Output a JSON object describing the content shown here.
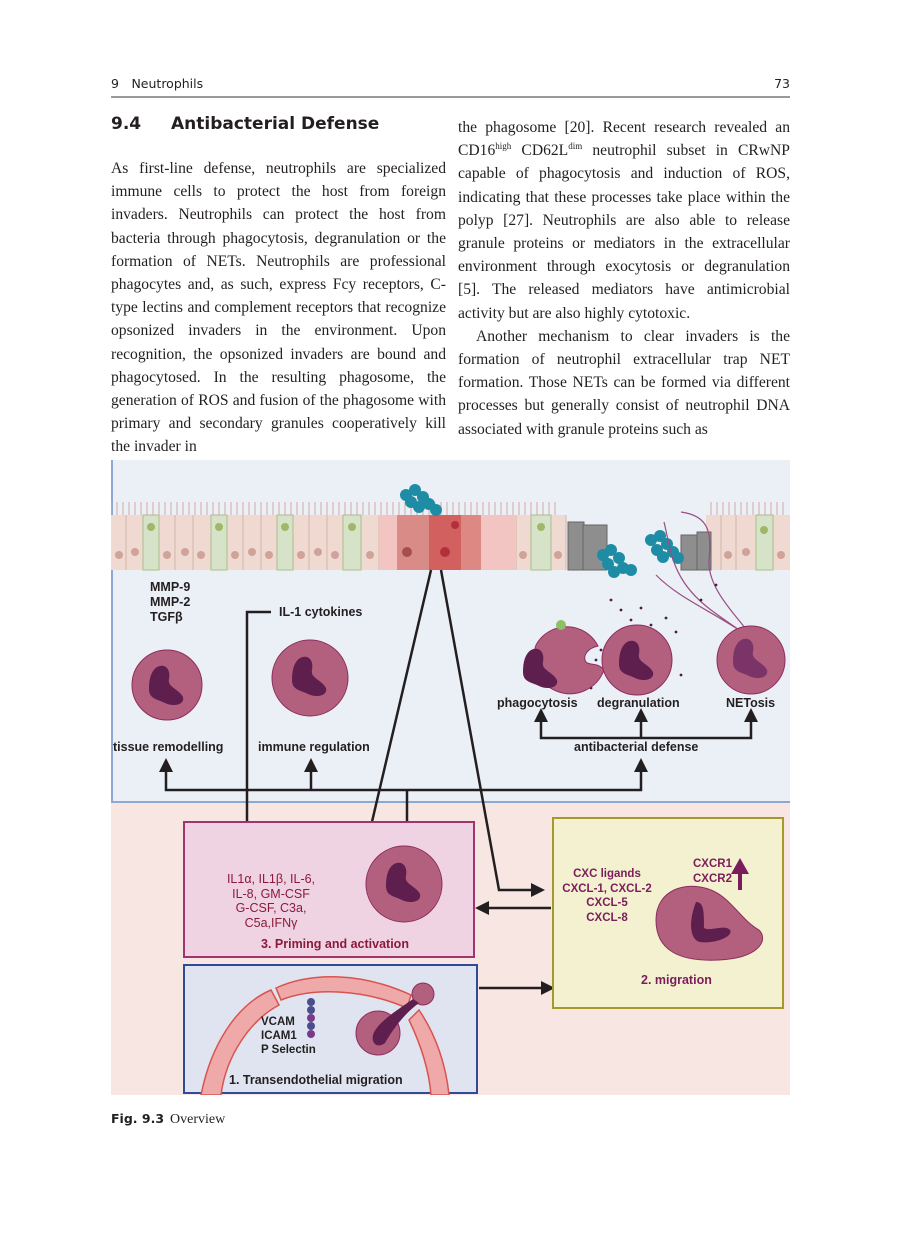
{
  "header": {
    "chapter": "9 Neutrophils",
    "page_number": "73"
  },
  "section": {
    "number": "9.4",
    "title": "Antibacterial Defense"
  },
  "body": {
    "left_paragraph": "As first-line defense, neutrophils are specialized immune cells to protect the host from foreign invaders. Neutrophils can protect the host from bacteria through phagocytosis, degranulation or the formation of NETs. Neutrophils are professional phagocytes and, as such, express Fcy receptors, C-type lectins and complement receptors that recognize opsonized invaders in the environment. Upon recognition, the opsonized invaders are bound and phagocytosed. In the resulting phagosome, the generation of ROS and fusion of the phagosome with primary and secondary granules cooperatively kill the invader in",
    "right_p1_a": "the phagosome [20]. Recent research revealed an CD16",
    "right_p1_sup1": "high",
    "right_p1_b": " CD62L",
    "right_p1_sup2": "dim",
    "right_p1_c": " neutrophil subset in CRwNP capable of phagocytosis and induction of ROS, indicating that these processes take place within the polyp [27]. Neutrophils are also able to release granule proteins or mediators in the extracellular environment through exocytosis or degranulation [5]. The released mediators have antimicrobial activity but are also highly cytotoxic.",
    "right_p2": "Another mechanism to clear invaders is the formation of neutrophil extracellular trap NET formation. Those NETs can be formed via different processes but generally consist of neutrophil DNA associated with granule proteins such as"
  },
  "figure": {
    "labels": {
      "mediators": [
        "MMP-9",
        "MMP-2",
        "TGFβ"
      ],
      "il1": "IL-1 cytokines",
      "tissue_remodelling": "tissue remodelling",
      "immune_regulation": "immune regulation",
      "phagocytosis": "phagocytosis",
      "degranulation": "degranulation",
      "netosis": "NETosis",
      "antibacterial_defense": "antibacterial defense",
      "priming_mediators": [
        "IL1α, IL1β, IL-6,",
        "IL-8, GM-CSF",
        "G-CSF, C3a,",
        "C5a,IFNγ"
      ],
      "priming_title": "3. Priming and activation",
      "cxc_ligands": [
        "CXC ligands",
        "CXCL-1, CXCL-2",
        "CXCL-5",
        "CXCL-8"
      ],
      "receptors": [
        "CXCR1",
        "CXCR2"
      ],
      "migration_title": "2. migration",
      "adhesion": [
        "VCAM",
        "ICAM1",
        "P Selectin"
      ],
      "transendothelial_title": "1. Transendothelial migration"
    },
    "colors": {
      "upper_bg": "#ebf0f6",
      "lower_bg": "#f8e6e2",
      "priming_box": "#f0d3e3",
      "priming_border": "#a1346e",
      "migration_box": "#f3f1d0",
      "migration_border": "#a39a2b",
      "trans_box": "#dfe4f0",
      "trans_border": "#2f4a96",
      "neutrophil": "#b3607f",
      "nucleus": "#5e1f4f",
      "bacteria": "#1f8ca5"
    }
  },
  "caption": {
    "label": "Fig. 9.3",
    "text": "Overview"
  }
}
